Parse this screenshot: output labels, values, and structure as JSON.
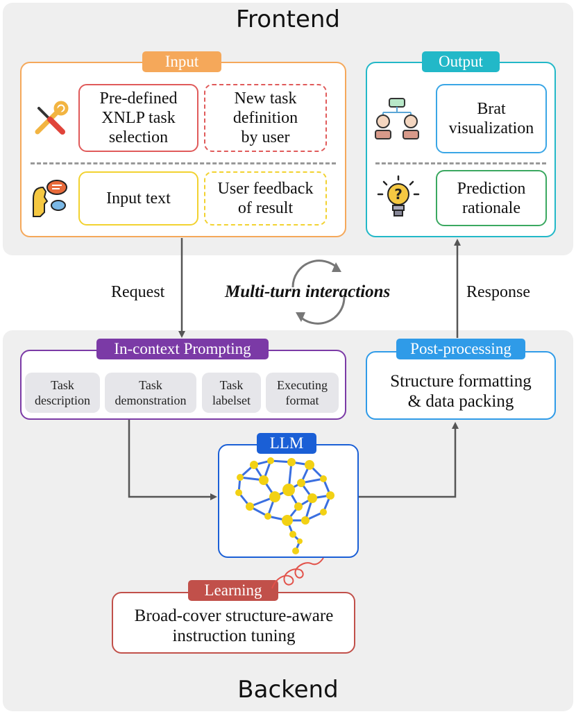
{
  "frontend": {
    "title": "Frontend",
    "input": {
      "tag": "Input",
      "task_selection": "Pre-defined\nXNLP task\nselection",
      "task_definition": "New task\ndefinition\nby user",
      "input_text": "Input text",
      "user_feedback": "User feedback\nof result"
    },
    "output": {
      "tag": "Output",
      "brat": "Brat\nvisualization",
      "rationale": "Prediction\nrationale"
    }
  },
  "flow": {
    "request": "Request",
    "response": "Response",
    "multi_turn": "Multi-turn interactions"
  },
  "backend": {
    "title": "Backend",
    "prompting": {
      "tag": "In-context Prompting",
      "chips": [
        "Task\ndescription",
        "Task\ndemonstration",
        "Task\nlabelset",
        "Executing\nformat"
      ]
    },
    "post_processing": {
      "tag": "Post-processing",
      "text": "Structure formatting\n& data packing"
    },
    "llm": {
      "tag": "LLM"
    },
    "learning": {
      "tag": "Learning",
      "text": "Broad-cover structure-aware\ninstruction tuning"
    }
  },
  "colors": {
    "input": "#f5a85a",
    "output": "#22b8c8",
    "prompting": "#7b3aa6",
    "post_processing": "#2f9be8",
    "llm": "#1a5fd6",
    "learning": "#c1504a",
    "red_box": "#e05a5a",
    "yellow_box": "#f2d230",
    "blue_box": "#3aa6e6",
    "green_box": "#3aa860"
  },
  "icons": [
    "tools-icon",
    "speaking-person-icon",
    "hierarchy-icon",
    "lightbulb-question-icon",
    "brain-network-icon",
    "cycle-arrows-icon"
  ]
}
